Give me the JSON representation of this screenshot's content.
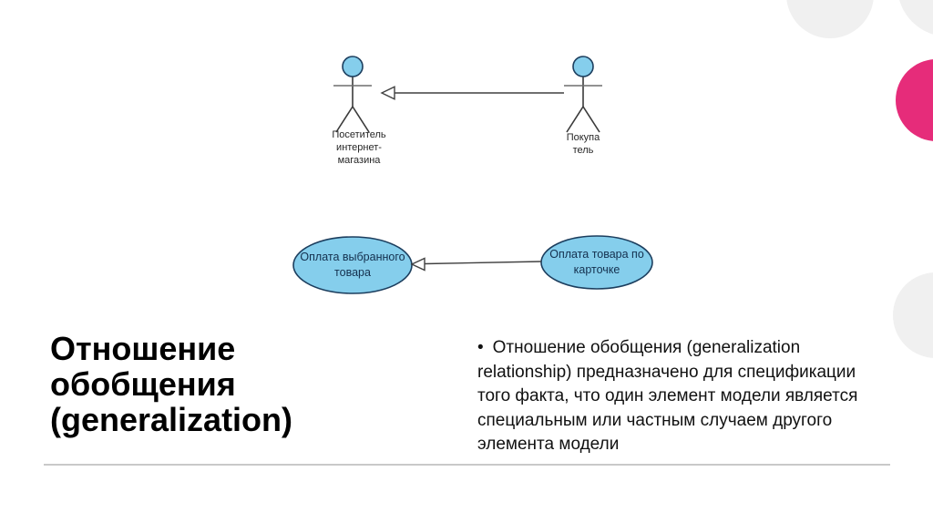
{
  "slide": {
    "title": {
      "lines": [
        "Отношение",
        "обобщения",
        "(generalization)"
      ]
    },
    "body": {
      "bullet": "•",
      "text": "Отношение обобщения (generalization relationship) предназначено для спецификации того факта, что один элемент модели является специальным или частным случаем другого элемента модели"
    }
  },
  "diagram": {
    "type": "uml-use-case",
    "actors": [
      {
        "name": "Посетитель интернет-магазина",
        "label_lines": [
          "Посетитель",
          "интернет-",
          "магазина"
        ]
      },
      {
        "name": "Покупатель",
        "label_lines": [
          "Покупа",
          "тель"
        ]
      }
    ],
    "use_cases": [
      {
        "name": "Оплата выбранного товара",
        "label_lines": [
          "Оплата выбранного",
          "товара"
        ]
      },
      {
        "name": "Оплата товара по карточке",
        "label_lines": [
          "Оплата товара по",
          "карточке"
        ]
      }
    ],
    "relationships": [
      {
        "type": "generalization",
        "from": "Покупатель",
        "to": "Посетитель интернет-магазина"
      },
      {
        "type": "generalization",
        "from": "Оплата товара по карточке",
        "to": "Оплата выбранного товара"
      }
    ]
  },
  "colors": {
    "accent_pink": "#e62c7a",
    "decor_gray": "#f0f0f0",
    "shape_fill": "#85ceec",
    "shape_border": "#1c3e5e",
    "divider": "#c9c9c9"
  }
}
